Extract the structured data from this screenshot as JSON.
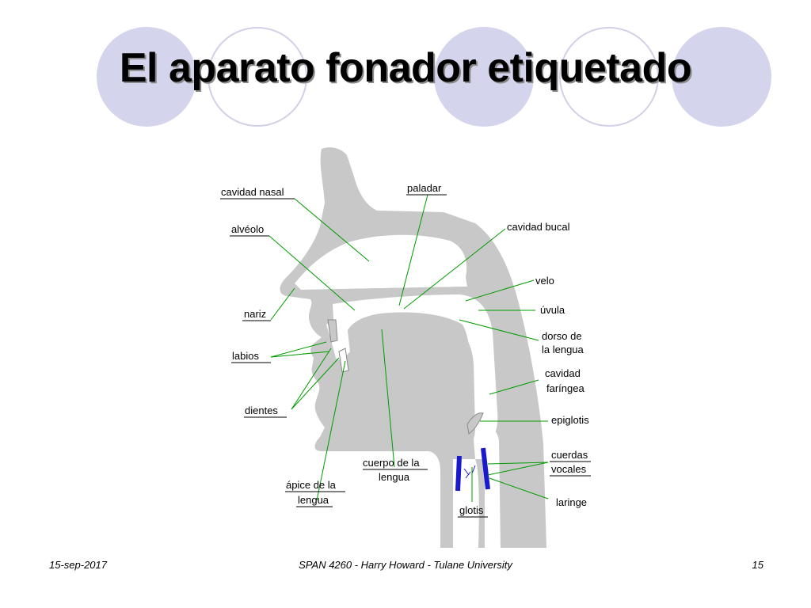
{
  "slide": {
    "title": "El aparato fonador etiquetado"
  },
  "diagram": {
    "labels": {
      "cavidad_nasal": "cavidad nasal",
      "paladar": "paladar",
      "alveolo": "alvéolo",
      "cavidad_bucal": "cavidad bucal",
      "velo": "velo",
      "nariz": "nariz",
      "uvula": "úvula",
      "dorso_1": "dorso de",
      "dorso_2": "la lengua",
      "labios": "labios",
      "faringea_1": "cavidad",
      "faringea_2": "faríngea",
      "dientes": "dientes",
      "epiglotis": "epiglotis",
      "cuerpo_1": "cuerpo de la",
      "cuerpo_2": "lengua",
      "cuerdas_1": "cuerdas",
      "cuerdas_2": "vocales",
      "apice_1": "ápice de la",
      "apice_2": "lengua",
      "laringe": "laringe",
      "glotis": "glotis"
    },
    "colors": {
      "tissue": "#c8c8c8",
      "leader_lines": "#009b00",
      "vocal_cords": "#1a1acc",
      "decor_circle": "#d4d4ec"
    }
  },
  "footer": {
    "date": "15-sep-2017",
    "course": "SPAN 4260 - Harry Howard - Tulane University",
    "page": "15"
  }
}
